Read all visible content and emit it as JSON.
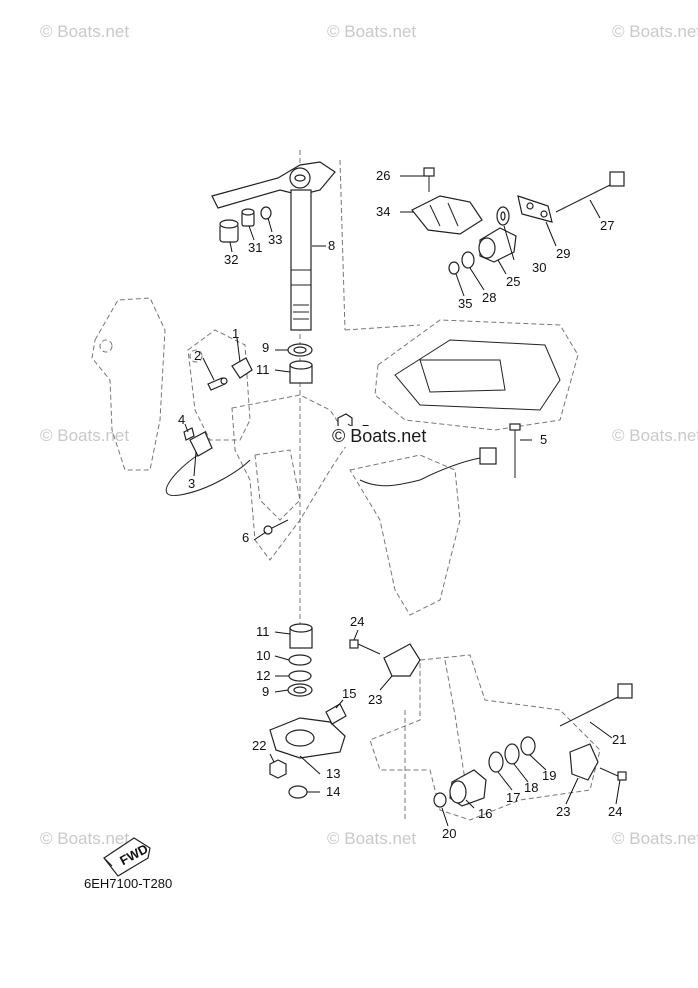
{
  "watermarks": {
    "top_left": "© Boats.net",
    "top_center": "© Boats.net",
    "top_right": "© Boats.net",
    "mid_left": "© Boats.net",
    "mid_center": "© Boats.net",
    "mid_right": "© Boats.net",
    "bottom_left": "© Boats.net",
    "bottom_center": "© Boats.net",
    "bottom_right": "© Boats.net"
  },
  "diagram_code": "6EH7100-T280",
  "fwd_label": "FWD",
  "callouts": {
    "c1": "1",
    "c2": "2",
    "c3": "3",
    "c4": "4",
    "c5": "5",
    "c6": "6",
    "c7": "7",
    "c8": "8",
    "c9a": "9",
    "c9b": "9",
    "c10": "10",
    "c11a": "11",
    "c11b": "11",
    "c12": "12",
    "c13": "13",
    "c14": "14",
    "c15": "15",
    "c16": "16",
    "c17": "17",
    "c18": "18",
    "c19": "19",
    "c20": "20",
    "c21": "21",
    "c22": "22",
    "c23a": "23",
    "c23b": "23",
    "c24a": "24",
    "c24b": "24",
    "c25": "25",
    "c26": "26",
    "c27": "27",
    "c28": "28",
    "c29": "29",
    "c30": "30",
    "c31": "31",
    "c32": "32",
    "c33": "33",
    "c34": "34",
    "c35": "35"
  }
}
